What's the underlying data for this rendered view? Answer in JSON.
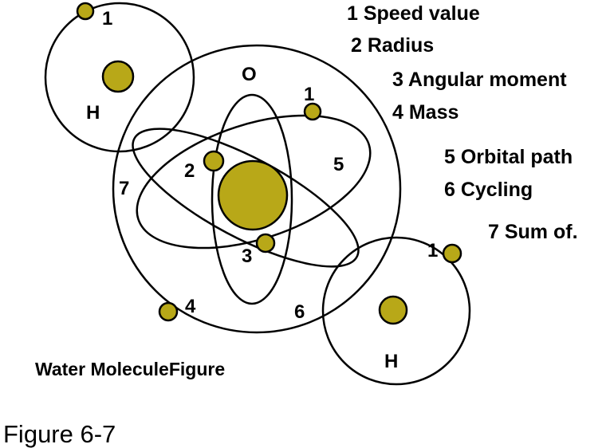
{
  "colors": {
    "particle": "#b8a818",
    "line": "#000000"
  },
  "atoms": {
    "oxygen_label": "O",
    "hydrogen_top_label": "H",
    "hydrogen_bottom_label": "H"
  },
  "markers": {
    "h_top_electron": "1",
    "o_electron_1": "1",
    "o_electron_2": "2",
    "o_electron_3": "3",
    "o_electron_4": "4",
    "orbit_5": "5",
    "orbit_6": "6",
    "orbit_7": "7",
    "h_bottom_electron": "1"
  },
  "legend": [
    "1 Speed value",
    "2 Radius",
    "3 Angular moment",
    "4 Mass",
    "5 Orbital path",
    "6 Cycling",
    "7 Sum of."
  ],
  "caption": "Water MoleculeFigure",
  "figure_label": "Figure 6-7"
}
